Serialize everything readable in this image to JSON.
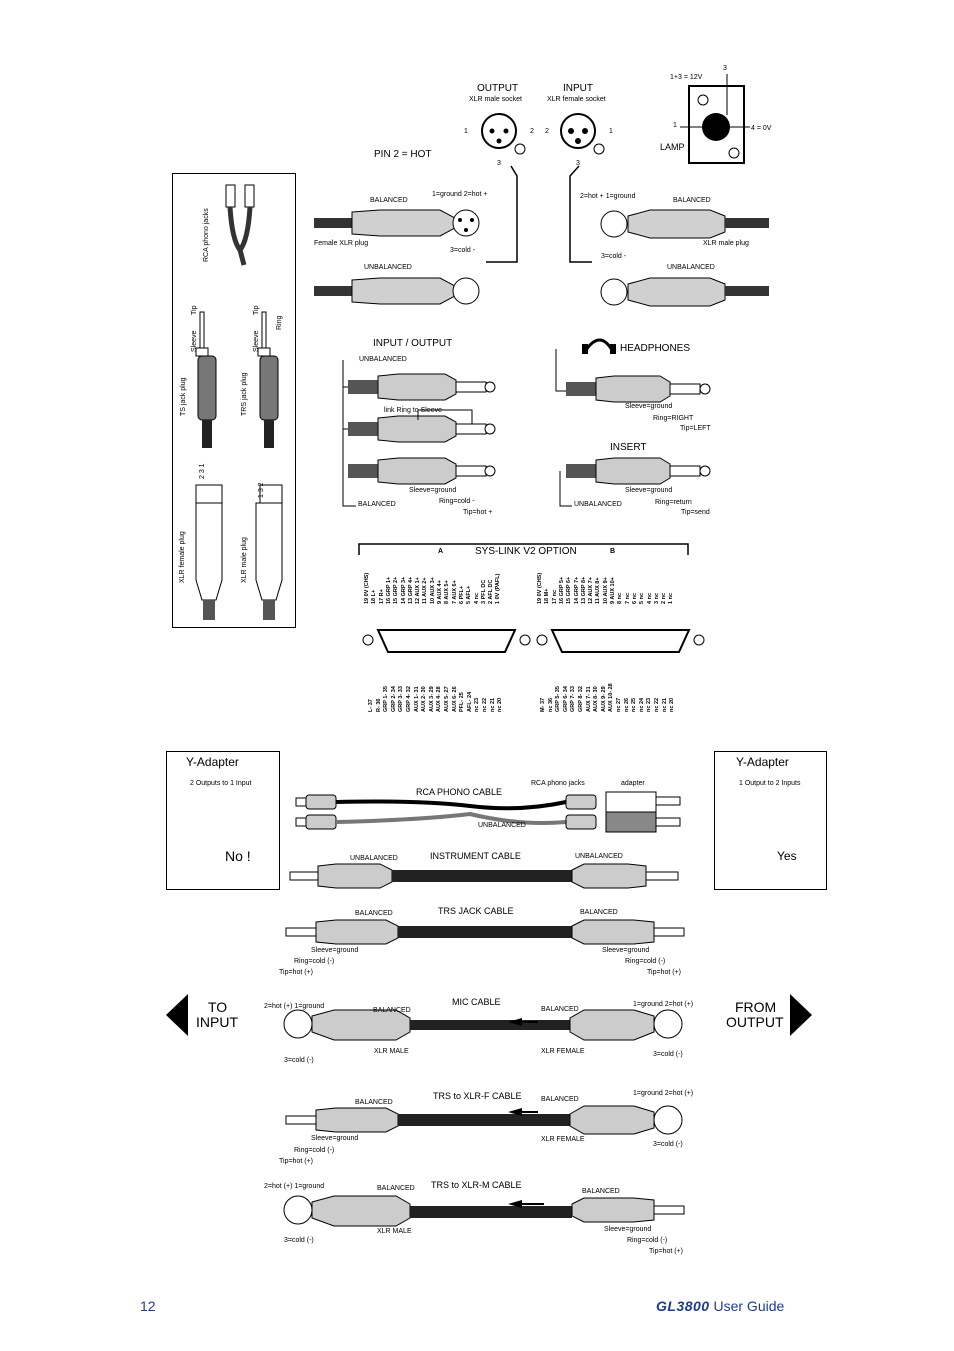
{
  "top_connectors": {
    "output_title": "OUTPUT",
    "output_sub": "XLR male socket",
    "input_title": "INPUT",
    "input_sub": "XLR female socket",
    "lamp_label": "LAMP",
    "lamp_power": "1+3 = 12V",
    "lamp_ground": "4 = 0V",
    "pin_hot": "PIN 2 = HOT",
    "pin1": "1",
    "pin2": "2",
    "pin3": "3",
    "pin4": "4"
  },
  "xlr_wiring": {
    "balanced": "BALANCED",
    "unbalanced": "UNBALANCED",
    "ground_hot_left": "1=ground 2=hot +",
    "cold_left": "3=cold -",
    "female_xlr_plug": "Female XLR plug",
    "hot_ground_right": "2=hot +  1=ground",
    "cold_right": "3=cold -",
    "xlr_male_plug": "XLR male plug"
  },
  "side_panel": {
    "rca_label": "RCA phono jacks",
    "ts_label": "TS jack plug",
    "trs_label": "TRS jack plug",
    "tip": "Tip",
    "sleeve": "Sleeve",
    "ring": "Ring",
    "xlr_female": "XLR female plug",
    "xlr_male": "XLR male plug",
    "pins_female": "2 3 1",
    "pins_male": "1 3 2"
  },
  "io_section": {
    "title": "INPUT / OUTPUT",
    "unbalanced": "UNBALANCED",
    "link": "link Ring to Sleeve",
    "balanced": "BALANCED",
    "sleeve_ground": "Sleeve=ground",
    "ring_cold": "Ring=cold -",
    "tip_hot": "Tip=hot +"
  },
  "headphones": {
    "title": "HEADPHONES",
    "sleeve_ground": "Sleeve=ground",
    "ring_right": "Ring=RIGHT",
    "tip_left": "Tip=LEFT"
  },
  "insert": {
    "title": "INSERT",
    "unbalanced": "UNBALANCED",
    "sleeve_ground": "Sleeve=ground",
    "ring_return": "Ring=return",
    "tip_send": "Tip=send"
  },
  "syslink": {
    "title": "SYS-LINK V2 OPTION",
    "a": "A",
    "b": "B",
    "a_top": [
      "19 0V (CHS)",
      "18 L+",
      "17 R+",
      "16 GRP 1+",
      "15 GRP 2+",
      "14 GRP 3+",
      "13 GRP 4+",
      "12 AUX 1+",
      "11 AUX 2+",
      "10 AUX 3+",
      "9 AUX 4+",
      "8 AUX 5+",
      "7 AUX 6+",
      "6 PFL+",
      "5 AFL+",
      "4 nc",
      "3 PFL DC",
      "2 AFL DC",
      "1 0V (PAFL)"
    ],
    "a_bottom": [
      "L- 37",
      "R- 36",
      "GRP 1- 35",
      "GRP 2- 34",
      "GRP 3- 33",
      "GRP 4- 32",
      "AUX 1- 31",
      "AUX 2- 30",
      "AUX 3- 29",
      "AUX 4- 28",
      "AUX 5- 27",
      "AUX 6- 26",
      "PFL- 25",
      "AFL- 24",
      "nc 23",
      "nc 22",
      "nc 21",
      "nc 20"
    ],
    "b_top": [
      "19 0V (CHS)",
      "18 M+",
      "17 nc",
      "16 GRP 5+",
      "15 GRP 6+",
      "14 GRP 7+",
      "13 GRP 8+",
      "12 AUX 7+",
      "11 AUX 8+",
      "10 AUX 9+",
      "9 AUX 10+",
      "8 nc",
      "7 nc",
      "6 nc",
      "5 nc",
      "4 nc",
      "3 nc",
      "2 nc",
      "1 nc"
    ],
    "b_bottom": [
      "M- 37",
      "nc 36",
      "GRP 5- 35",
      "GRP 6- 34",
      "GRP 7- 33",
      "GRP 8- 32",
      "AUX 7- 31",
      "AUX 8- 30",
      "AUX 9- 29",
      "AUX 10- 28",
      "nc 27",
      "nc 26",
      "nc 25",
      "nc 24",
      "nc 23",
      "nc 22",
      "nc 21",
      "nc 20"
    ]
  },
  "y_adapter_left": {
    "title": "Y-Adapter",
    "subtitle": "2 Outputs to 1 Input",
    "verdict": "No !"
  },
  "y_adapter_right": {
    "title": "Y-Adapter",
    "subtitle": "1 Output to 2 Inputs",
    "verdict": "Yes"
  },
  "cables": {
    "rca_jacks": "RCA phono jacks",
    "adapter": "adapter",
    "rca_cable": "RCA PHONO CABLE",
    "rca_unbalanced": "UNBALANCED",
    "instrument_cable": "INSTRUMENT CABLE",
    "inst_unbal_left": "UNBALANCED",
    "inst_unbal_right": "UNBALANCED",
    "trs_cable": "TRS JACK CABLE",
    "trs_bal_left": "BALANCED",
    "trs_bal_right": "BALANCED",
    "sleeve_ground": "Sleeve=ground",
    "ring_cold": "Ring=cold (-)",
    "tip_hot": "Tip=hot (+)",
    "mic_cable": "MIC CABLE",
    "mic_bal_left": "BALANCED",
    "mic_bal_right": "BALANCED",
    "xlr_male": "XLR MALE",
    "xlr_female": "XLR FEMALE",
    "hot_ground": "2=hot (+)  1=ground",
    "ground_hot": "1=ground   2=hot (+)",
    "cold": "3=cold (-)",
    "trs_xlrf": "TRS to XLR-F CABLE",
    "trs_xlrm": "TRS to XLR-M CABLE",
    "balanced": "BALANCED"
  },
  "signal_flow": {
    "to_input": "TO\nINPUT",
    "from_output": "FROM\nOUTPUT",
    "to": "TO",
    "input": "INPUT",
    "from": "FROM",
    "output": "OUTPUT"
  },
  "footer": {
    "page": "12",
    "brand": "GL3800",
    "guide": "User Guide"
  },
  "colors": {
    "footer_blue": "#1f3c8c",
    "cable_grey": "#666666"
  }
}
